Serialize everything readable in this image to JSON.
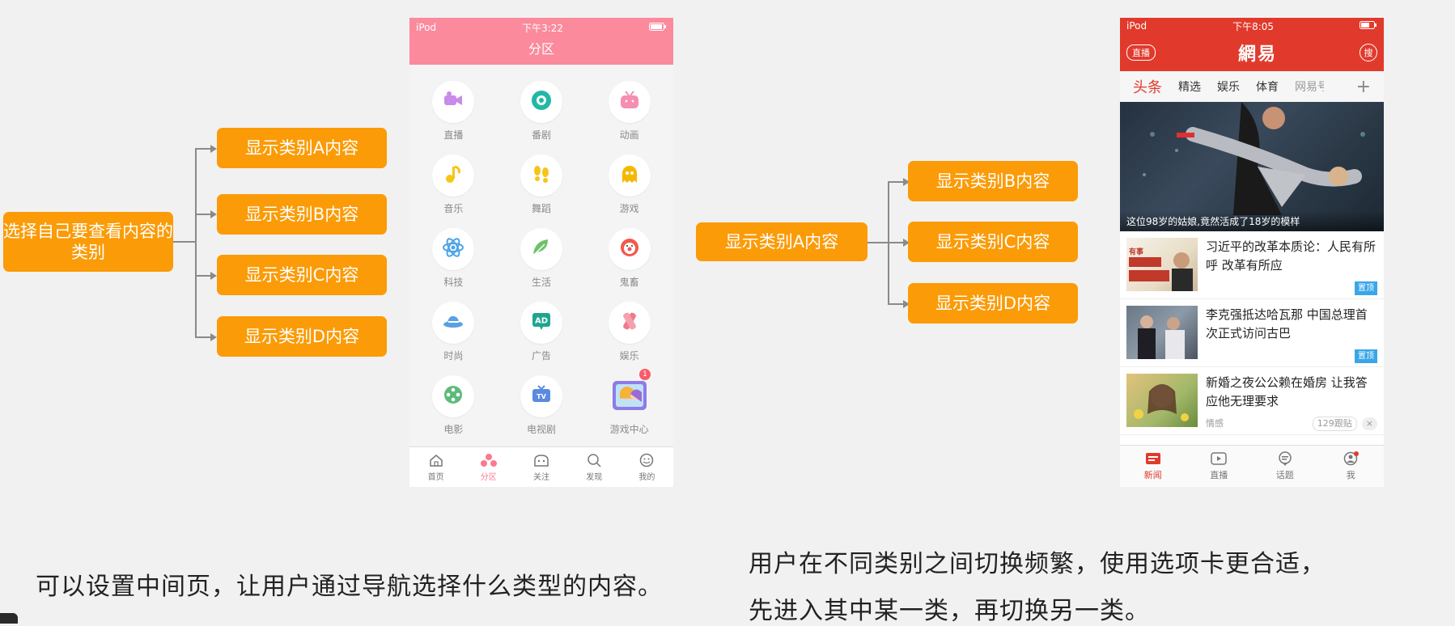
{
  "diagram_left": {
    "source": "选择自己要查看内容的类别",
    "targets": [
      "显示类别A内容",
      "显示类别B内容",
      "显示类别C内容",
      "显示类别D内容"
    ]
  },
  "diagram_right": {
    "source": "显示类别A内容",
    "targets": [
      "显示类别B内容",
      "显示类别C内容",
      "显示类别D内容"
    ]
  },
  "phone1": {
    "carrier": "iPod",
    "time": "下午3:22",
    "title": "分区",
    "grid": [
      {
        "label": "直播",
        "icon": "video-camera-icon",
        "color": "#c98be8"
      },
      {
        "label": "番剧",
        "icon": "disc-icon",
        "color": "#22b8a6"
      },
      {
        "label": "动画",
        "icon": "tv-face-icon",
        "color": "#f48fb1"
      },
      {
        "label": "音乐",
        "icon": "music-note-icon",
        "color": "#f5c518"
      },
      {
        "label": "舞蹈",
        "icon": "footprints-icon",
        "color": "#f5c518"
      },
      {
        "label": "游戏",
        "icon": "ghost-icon",
        "color": "#f5b800"
      },
      {
        "label": "科技",
        "icon": "atom-icon",
        "color": "#4aa3e8"
      },
      {
        "label": "生活",
        "icon": "leaf-icon",
        "color": "#6cc26c"
      },
      {
        "label": "鬼畜",
        "icon": "clown-icon",
        "color": "#f2594b"
      },
      {
        "label": "时尚",
        "icon": "hat-icon",
        "color": "#5aa0e6"
      },
      {
        "label": "广告",
        "icon": "ad-icon",
        "color": "#1fa58f"
      },
      {
        "label": "娱乐",
        "icon": "star-icon",
        "color": "#f07a8a"
      },
      {
        "label": "电影",
        "icon": "film-reel-icon",
        "color": "#5dbb7a"
      },
      {
        "label": "电视剧",
        "icon": "tv-icon",
        "color": "#5b8be0"
      },
      {
        "label": "游戏中心",
        "icon": "game-center-icon",
        "color": "#8e7be8"
      }
    ],
    "game_center_badge": "1",
    "tabs": [
      {
        "label": "首页",
        "icon": "home-icon"
      },
      {
        "label": "分区",
        "icon": "category-icon",
        "active": true
      },
      {
        "label": "关注",
        "icon": "follow-icon"
      },
      {
        "label": "发现",
        "icon": "discover-icon"
      },
      {
        "label": "我的",
        "icon": "profile-icon"
      }
    ]
  },
  "phone2": {
    "carrier": "iPod",
    "time": "下午8:05",
    "live_label": "直播",
    "brand": "網易",
    "search_label": "搜",
    "tabs": [
      "头条",
      "精选",
      "娱乐",
      "体育",
      "网易号"
    ],
    "active_tab": "头条",
    "hero_caption": "这位98岁的姑娘,竟然活成了18岁的模样",
    "news": [
      {
        "title": "习近平的改革本质论：人民有所呼 改革有所应",
        "tag": "置顶"
      },
      {
        "title": "李克强抵达哈瓦那 中国总理首次正式访问古巴",
        "tag": "置顶"
      },
      {
        "title": "新婚之夜公公赖在婚房 让我答应他无理要求",
        "source": "情感",
        "count": "129跟贴"
      }
    ],
    "bottom_tabs": [
      {
        "label": "新闻",
        "icon": "news-icon",
        "active": true
      },
      {
        "label": "直播",
        "icon": "live-icon"
      },
      {
        "label": "话题",
        "icon": "topic-icon"
      },
      {
        "label": "我",
        "icon": "me-icon"
      }
    ]
  },
  "captions": {
    "left": "可以设置中间页，让用户通过导航选择什么类型的内容。",
    "right_line1": "用户在不同类别之间切换频繁，使用选项卡更合适，",
    "right_line2": "先进入其中某一类，再切换另一类。"
  }
}
